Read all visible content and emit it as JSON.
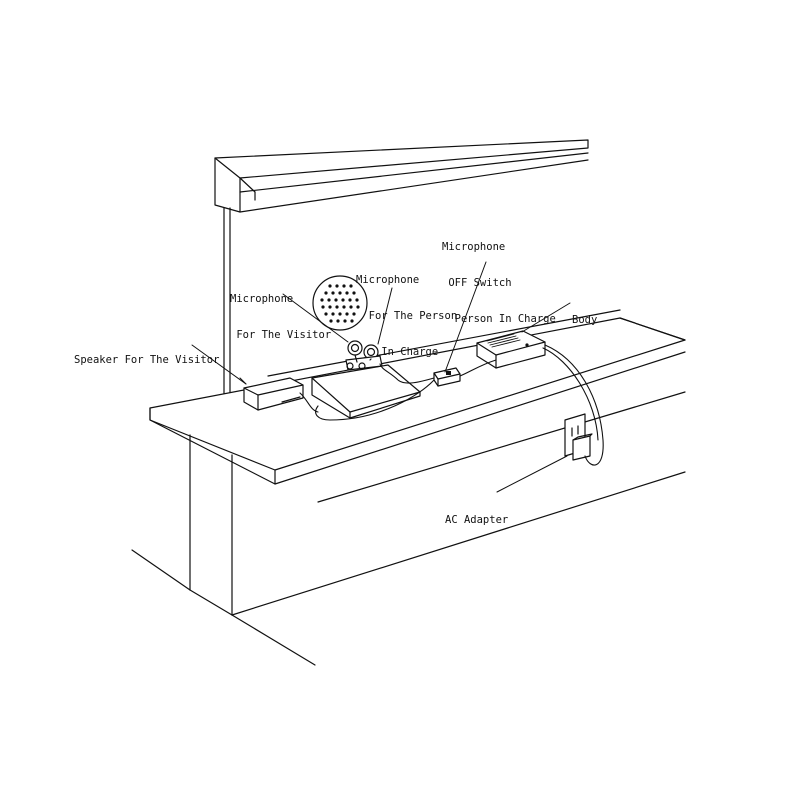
{
  "diagram": {
    "labels": {
      "speaker_visitor": {
        "lines": [
          "Speaker For The Visitor"
        ]
      },
      "mic_visitor": {
        "lines": [
          "Microphone",
          " For The Visitor"
        ]
      },
      "mic_person": {
        "lines": [
          "Microphone",
          "  For The Person",
          "    In Charge"
        ]
      },
      "mic_off_switch": {
        "lines": [
          "Microphone",
          " OFF Switch",
          "  Person In Charge"
        ]
      },
      "body": {
        "lines": [
          "Body"
        ]
      },
      "ac_adapter": {
        "lines": [
          "AC Adapter"
        ]
      }
    },
    "colors": {
      "ink": "#111111",
      "paper": "#ffffff"
    }
  }
}
